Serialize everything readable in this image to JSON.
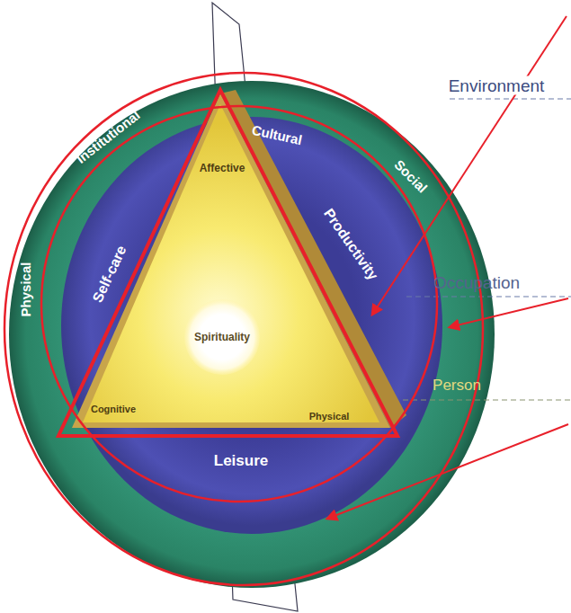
{
  "diagram": {
    "nodes": [
      {
        "text": [
          "Physical",
          "Institutional",
          "Cultural",
          "Social"
        ]
      },
      {
        "text": [
          "Self-care",
          "Productivity",
          "Leisure"
        ],
        "in": 0
      },
      {
        "text": [
          "Affective",
          "Cognitive",
          "Physical"
        ],
        "in": 1
      },
      {
        "text": [
          "Spirituality"
        ],
        "in": 2
      }
    ],
    "labels": [
      "Environment",
      "Occupation",
      "Person"
    ]
  }
}
